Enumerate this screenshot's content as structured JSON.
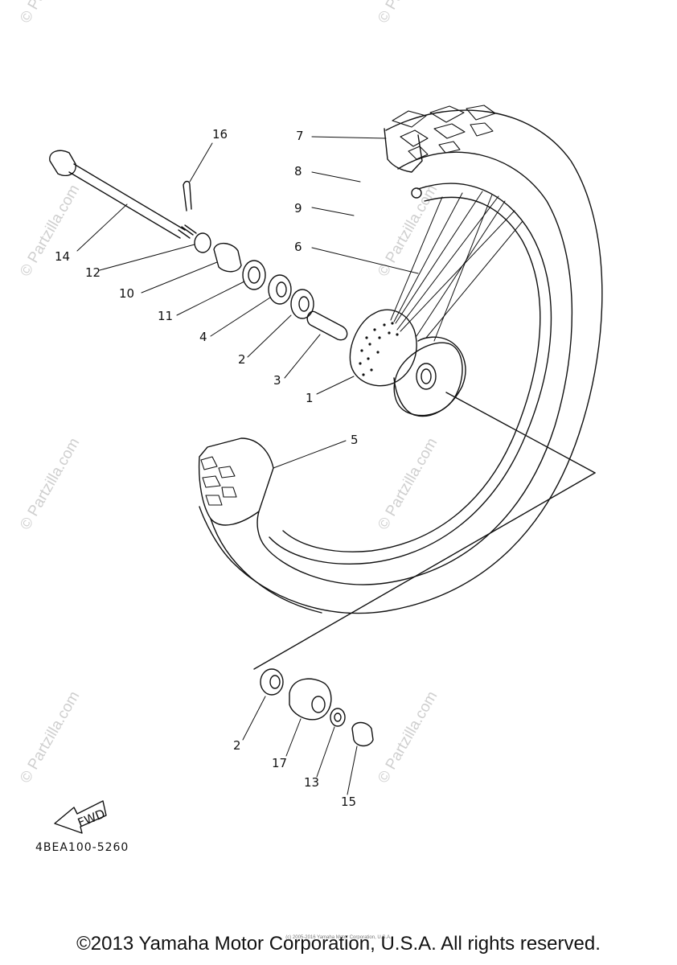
{
  "watermark": "© Partzilla.com",
  "callouts": [
    "1",
    "2",
    "3",
    "4",
    "5",
    "6",
    "7",
    "8",
    "9",
    "10",
    "11",
    "12",
    "13",
    "14",
    "15",
    "16",
    "17"
  ],
  "part_labels": {
    "p1": "1",
    "p2a": "2",
    "p2b": "2",
    "p3": "3",
    "p4": "4",
    "p5": "5",
    "p6": "6",
    "p7": "7",
    "p8": "8",
    "p9": "9",
    "p10": "10",
    "p11": "11",
    "p12": "12",
    "p13": "13",
    "p14": "14",
    "p15": "15",
    "p16": "16",
    "p17": "17"
  },
  "fwd_label": "FWD",
  "diagram_code": "4BEA100-5260",
  "copyright": "©2013 Yamaha Motor Corporation, U.S.A. All rights reserved.",
  "tiny_copyright": "(c) 2005-2016 Yamaha Motor Corporation, U.S.A."
}
